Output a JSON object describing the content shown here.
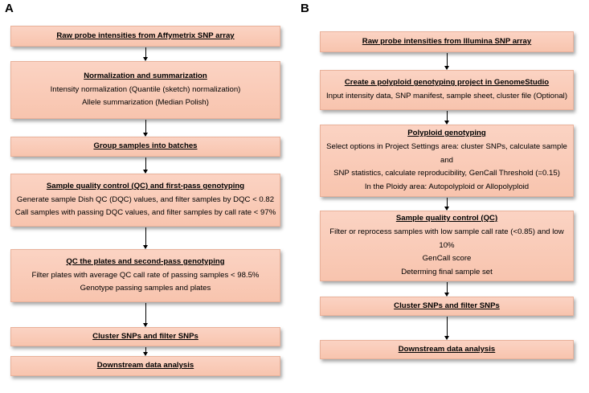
{
  "panels": {
    "A": {
      "label": "A",
      "steps": [
        {
          "title": "Raw probe intensities from Affymetrix SNP array",
          "lines": []
        },
        {
          "title": "Normalization and summarization",
          "lines": [
            "Intensity normalization (Quantile (sketch) normalization)",
            "Allele summarization (Median Polish)"
          ]
        },
        {
          "title": "Group samples into batches",
          "lines": []
        },
        {
          "title": "Sample quality control (QC) and first-pass genotyping",
          "lines": [
            "Generate sample Dish QC (DQC) values, and filter samples by DQC < 0.82",
            "Call samples with passing DQC values, and filter samples by call rate < 97%"
          ]
        },
        {
          "title": "QC the plates and second-pass genotyping",
          "lines": [
            "Filter plates with average QC call rate of passing samples < 98.5%",
            "Genotype passing samples and plates"
          ]
        },
        {
          "title": "Cluster SNPs and filter SNPs",
          "lines": []
        },
        {
          "title": "Downstream data analysis",
          "lines": []
        }
      ]
    },
    "B": {
      "label": "B",
      "steps": [
        {
          "title": "Raw probe intensities from Illumina SNP array",
          "lines": []
        },
        {
          "title": "Create a polyploid genotyping project in GenomeStudio",
          "lines": [
            "Input intensity data, SNP manifest, sample sheet, cluster file (Optional)"
          ]
        },
        {
          "title": "Polyploid genotyping",
          "lines": [
            "Select options in Project Settings area: cluster SNPs, calculate sample and",
            "SNP statistics, calculate reproducibility, GenCall Threshold (=0.15)",
            "In the Ploidy area: Autopolyploid or Allopolyploid"
          ]
        },
        {
          "title": "Sample quality control (QC)",
          "lines": [
            "Filter or reprocess samples with low sample call rate (<0.85) and low 10%",
            "GenCall score",
            "Determing final sample set"
          ]
        },
        {
          "title": "Cluster SNPs and filter SNPs",
          "lines": []
        },
        {
          "title": "Downstream data analysis",
          "lines": []
        }
      ]
    }
  }
}
